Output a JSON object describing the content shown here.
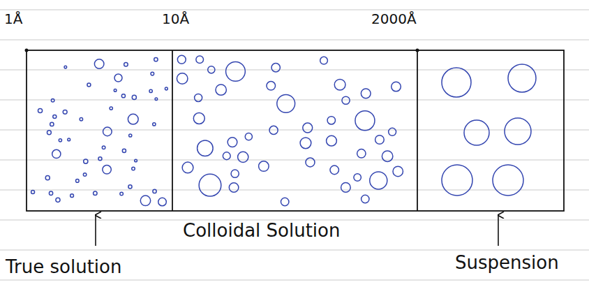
{
  "diagram": {
    "labels": [
      "1Å",
      "10Å",
      "2000Å",
      "Colloidal Solution",
      "True solution",
      "Suspension"
    ]
  }
}
